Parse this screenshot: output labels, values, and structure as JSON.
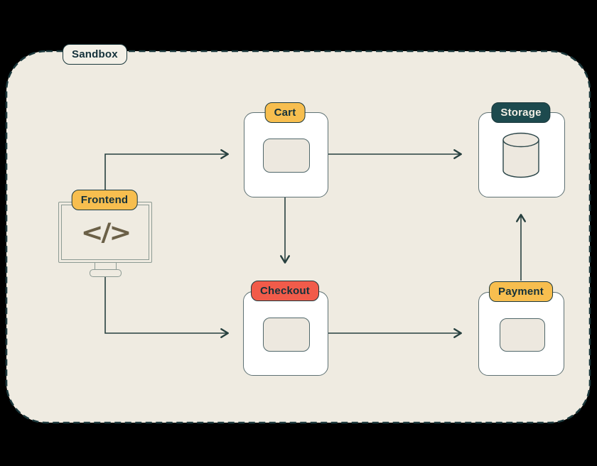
{
  "diagram": {
    "container": {
      "label": "Sandbox"
    },
    "nodes": {
      "frontend": {
        "label": "Frontend",
        "badge_color": "#F7BE4F",
        "icon": "code-icon"
      },
      "cart": {
        "label": "Cart",
        "badge_color": "#F7BE4F"
      },
      "checkout": {
        "label": "Checkout",
        "badge_color": "#F15B4A"
      },
      "payment": {
        "label": "Payment",
        "badge_color": "#F7BE4F"
      },
      "storage": {
        "label": "Storage",
        "badge_color": "#1D4A4E",
        "icon": "database-icon"
      }
    },
    "edges": [
      {
        "from": "frontend",
        "to": "cart"
      },
      {
        "from": "frontend",
        "to": "checkout"
      },
      {
        "from": "cart",
        "to": "storage"
      },
      {
        "from": "cart",
        "to": "checkout"
      },
      {
        "from": "checkout",
        "to": "payment"
      },
      {
        "from": "payment",
        "to": "storage"
      }
    ],
    "colors": {
      "page_background": "#000000",
      "container_fill": "#EFEBE1",
      "container_border": "#1B383C",
      "node_fill": "#FFFFFF",
      "node_border": "#5E7173",
      "inner_box_fill": "#EDE8DF",
      "arrow": "#27403F",
      "monitor_border": "#8C9A93",
      "code_icon": "#6B6047",
      "text_dark": "#14313A",
      "text_light": "#F2EFE5"
    }
  }
}
